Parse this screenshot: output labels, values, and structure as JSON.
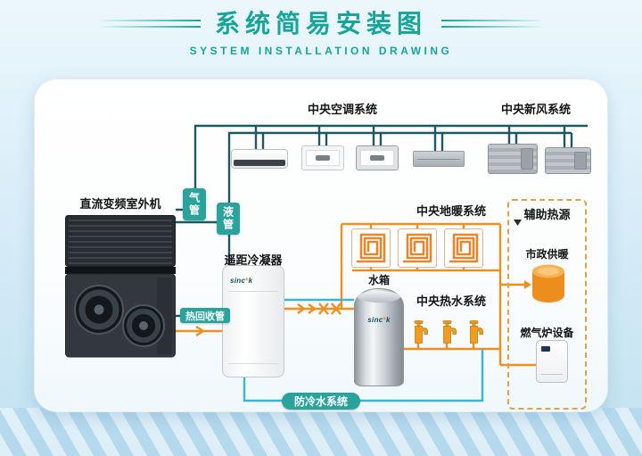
{
  "header": {
    "title": "系统简易安装图",
    "subtitle": "SYSTEM INSTALLATION DRAWING"
  },
  "diagram": {
    "central_ac_label": "中央空调系统",
    "fresh_air_label": "中央新风系统",
    "outdoor_unit_label": "直流变频室外机",
    "gas_pipe_label": "气管",
    "liquid_pipe_label": "液管",
    "condenser_label": "遥距冷凝器",
    "heat_recovery_label": "热回收管",
    "floor_heating_label": "中央地暖系统",
    "water_tank_label": "水箱",
    "hot_water_label": "中央热水系统",
    "aux_heat_label": "辅助热源",
    "municipal_label": "市政供暖",
    "gas_furnace_label": "燃气炉设备",
    "anti_cold_label": "防冷水系统",
    "brand_pre": "sinc",
    "brand_mark": "*",
    "brand_post": "k"
  },
  "colors": {
    "accent_teal": "#17a59b",
    "label_teal": "#2aa39d",
    "pipe_dark": "#1f5864",
    "pipe_orange": "#ee9020",
    "pipe_cyan": "#3ab5d8"
  }
}
